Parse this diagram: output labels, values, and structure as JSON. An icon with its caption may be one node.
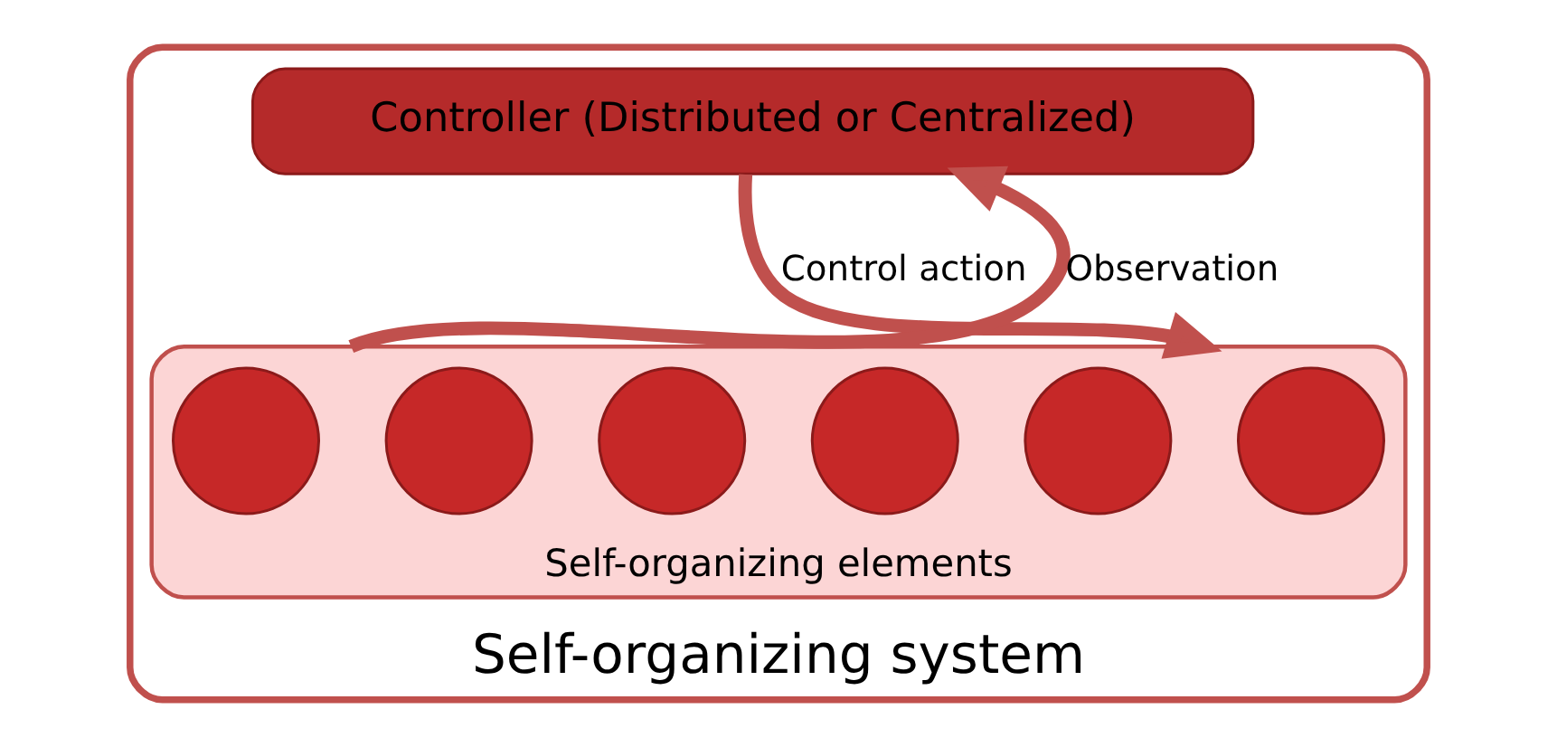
{
  "diagram": {
    "nodes": [
      {
        "text": [
          "Self-organizing system"
        ]
      },
      {
        "text": [
          "Controller (Distributed or Centralized)"
        ],
        "in": 0
      },
      {
        "text": [
          "Self-organizing elements"
        ],
        "in": 0
      },
      {
        "text": [],
        "shape": "circle",
        "in": 2
      },
      {
        "text": [],
        "shape": "circle",
        "in": 2
      },
      {
        "text": [],
        "shape": "circle",
        "in": 2
      },
      {
        "text": [],
        "shape": "circle",
        "in": 2
      },
      {
        "text": [],
        "shape": "circle",
        "in": 2
      },
      {
        "text": [],
        "shape": "circle",
        "in": 2
      }
    ],
    "edges": [
      {
        "from": 1,
        "to": 2,
        "arrow": "to",
        "label": "Control action"
      },
      {
        "from": 2,
        "to": 1,
        "arrow": "to",
        "label": "Observation"
      }
    ]
  }
}
